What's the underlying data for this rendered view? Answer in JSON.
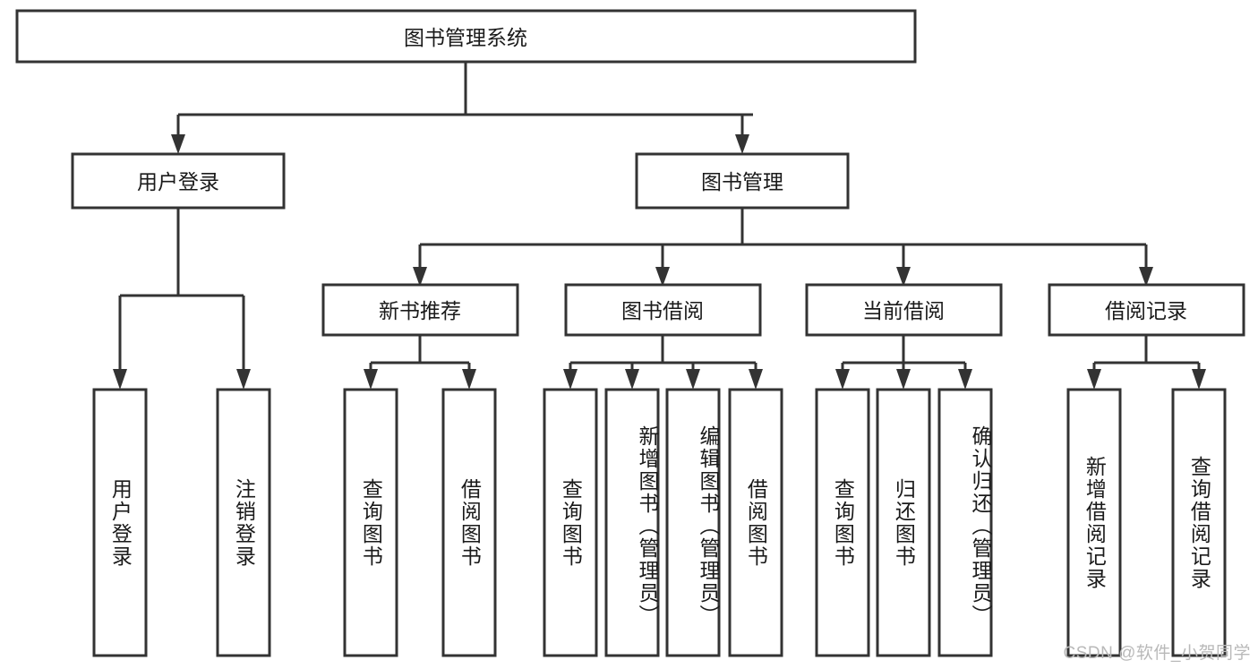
{
  "diagram": {
    "type": "tree-hierarchy-chart",
    "title": "图书管理系统",
    "orientation": "top-down",
    "colors": {
      "box_fill": "#ffffff",
      "box_stroke": "#333333",
      "text": "#1a1a1a",
      "watermark": "#b9b9b9",
      "background": "#ffffff"
    },
    "root": {
      "label": "图书管理系统"
    },
    "level2": [
      {
        "label": "用户登录"
      },
      {
        "label": "图书管理"
      }
    ],
    "level3": [
      {
        "label": "新书推荐"
      },
      {
        "label": "图书借阅"
      },
      {
        "label": "当前借阅"
      },
      {
        "label": "借阅记录"
      }
    ],
    "leaves": {
      "user_login": [
        {
          "label": "用户登录"
        },
        {
          "label": "注销登录"
        }
      ],
      "new_book_recommend": [
        {
          "label": "查询图书"
        },
        {
          "label": "借阅图书"
        }
      ],
      "book_borrow": [
        {
          "label": "查询图书"
        },
        {
          "label": "新增图书（管理员）"
        },
        {
          "label": "编辑图书（管理员）"
        },
        {
          "label": "借阅图书"
        }
      ],
      "current_borrow": [
        {
          "label": "查询图书"
        },
        {
          "label": "归还图书"
        },
        {
          "label": "确认归还（管理员）"
        }
      ],
      "borrow_record": [
        {
          "label": "新增借阅记录"
        },
        {
          "label": "查询借阅记录"
        }
      ]
    }
  },
  "watermark": {
    "text": "CSDN @软件_小贺同学"
  }
}
